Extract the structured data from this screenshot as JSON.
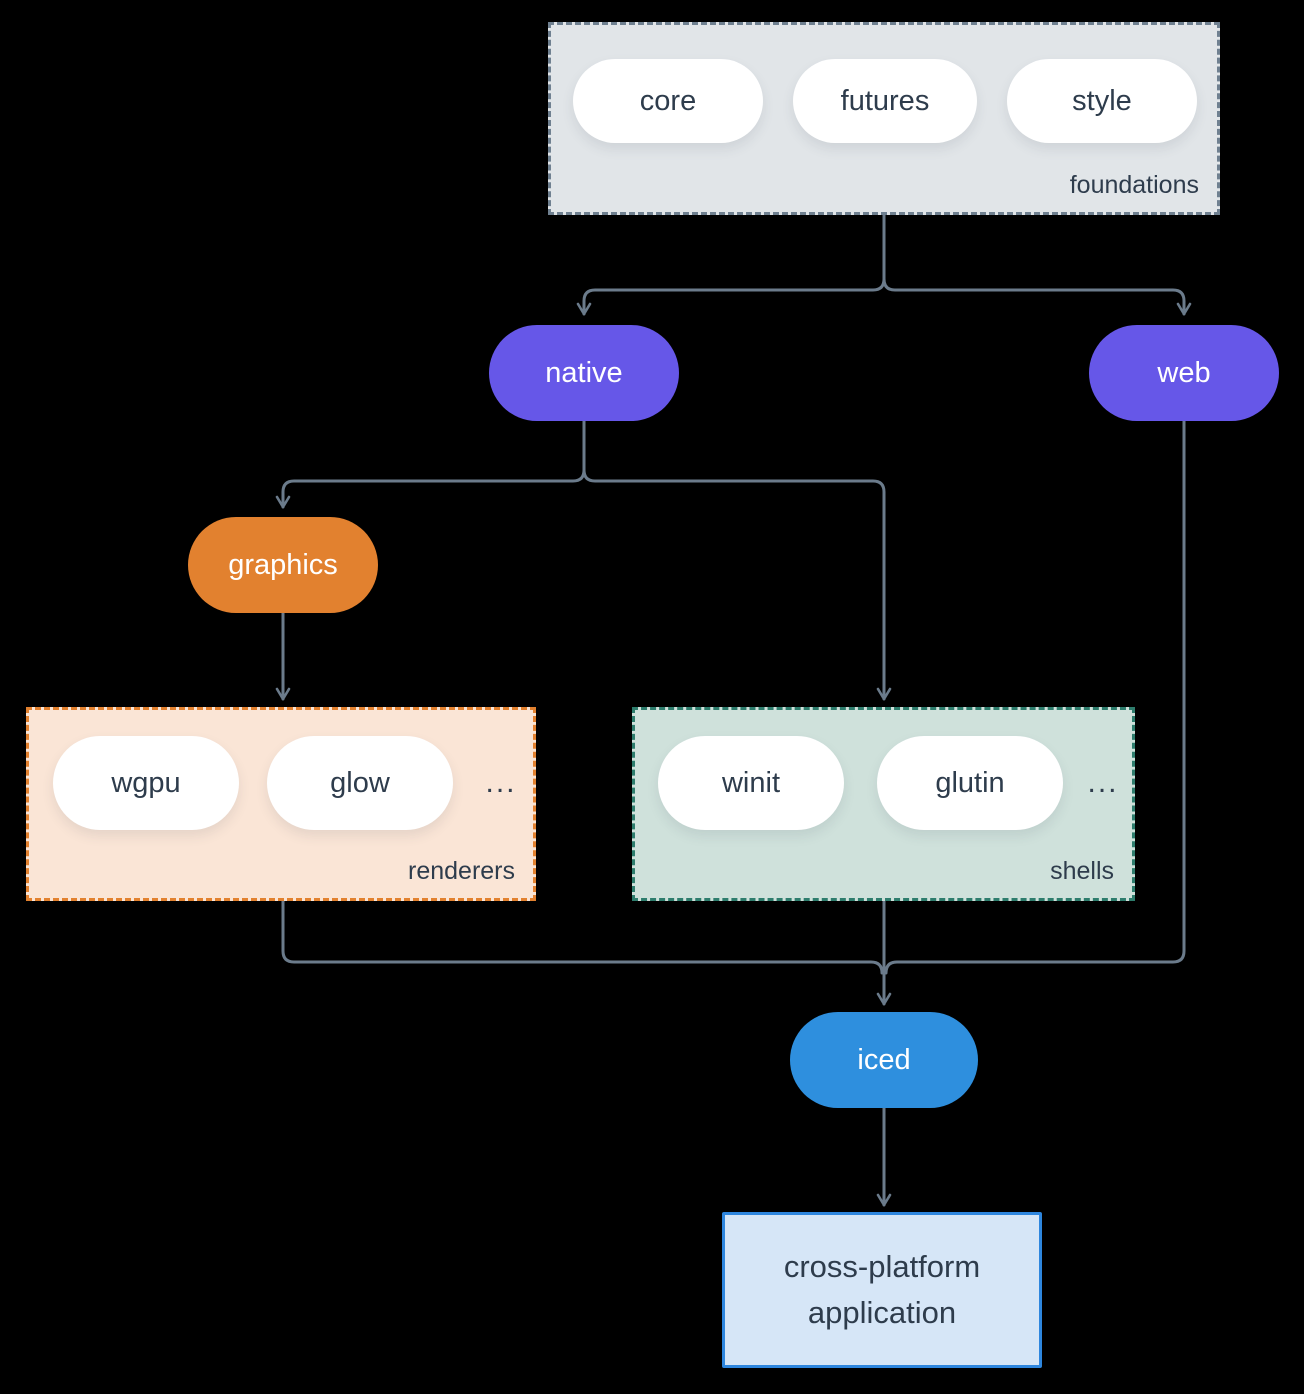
{
  "diagram": {
    "background": "#000000",
    "connector_color": "#6b7b8b",
    "text_dark": "#2e3c4c",
    "pill_fill": "#ffffff",
    "foundations": {
      "label": "foundations",
      "fill": "#e1e5e8",
      "border_color": "#6f8090",
      "items": [
        {
          "label": "core"
        },
        {
          "label": "futures"
        },
        {
          "label": "style"
        }
      ]
    },
    "native": {
      "label": "native",
      "fill": "#6657e8",
      "text_color": "#ffffff"
    },
    "web": {
      "label": "web",
      "fill": "#6657e8",
      "text_color": "#ffffff"
    },
    "graphics": {
      "label": "graphics",
      "fill": "#e2812f",
      "text_color": "#ffffff"
    },
    "renderers": {
      "label": "renderers",
      "fill": "#fae5d6",
      "border_color": "#e2812f",
      "items": [
        {
          "label": "wgpu"
        },
        {
          "label": "glow"
        }
      ],
      "ellipsis": "..."
    },
    "shells": {
      "label": "shells",
      "fill": "#cfe1db",
      "border_color": "#2e7d6d",
      "items": [
        {
          "label": "winit"
        },
        {
          "label": "glutin"
        }
      ],
      "ellipsis": "..."
    },
    "iced": {
      "label": "iced",
      "fill": "#2e8fde",
      "text_color": "#ffffff"
    },
    "application": {
      "label_line1": "cross-platform",
      "label_line2": "application",
      "fill": "#d6e6f7",
      "border_color": "#2e86de",
      "text_color": "#2e3c4c"
    }
  }
}
